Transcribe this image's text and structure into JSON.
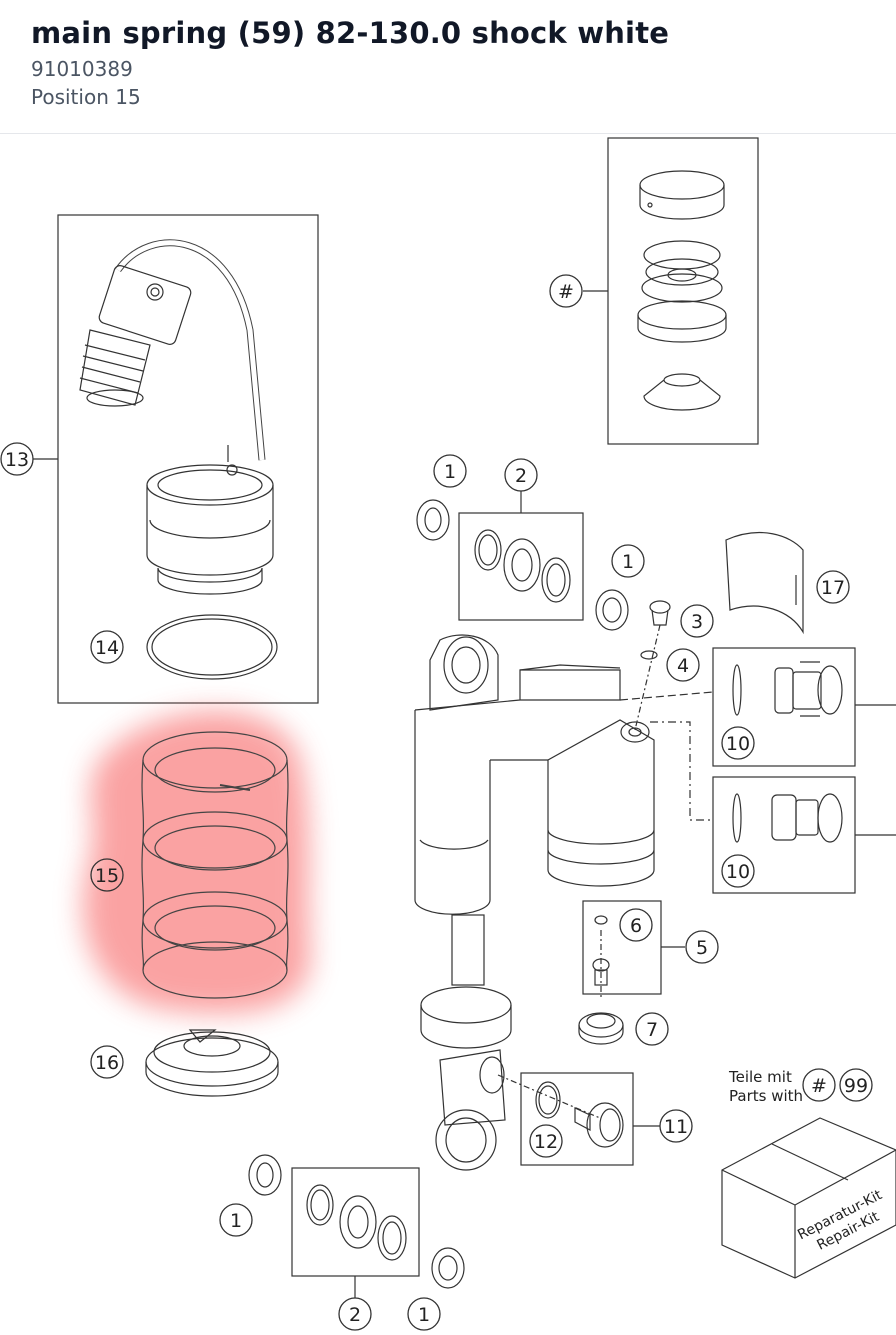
{
  "part": {
    "title": "main spring (59) 82-130.0 shock white",
    "number": "91010389",
    "position": "Position 15"
  },
  "diagram": {
    "callouts": {
      "c13": "13",
      "c14": "14",
      "c15": "15",
      "c16": "16",
      "c17": "17",
      "c1a": "1",
      "c1b": "1",
      "c1c": "1",
      "c1d": "1",
      "c2a": "2",
      "c2b": "2",
      "c3": "3",
      "c4": "4",
      "c5": "5",
      "c6": "6",
      "c7": "7",
      "c10a": "10",
      "c10b": "10",
      "c11": "11",
      "c12": "12",
      "chash": "#",
      "chash2": "#",
      "c99": "99"
    },
    "note": {
      "line1": "Teile mit",
      "line2": "Parts with"
    },
    "kit": {
      "line1": "Reparatur-Kit",
      "line2": "Repair-Kit"
    },
    "highlight_color": "#f87171"
  }
}
